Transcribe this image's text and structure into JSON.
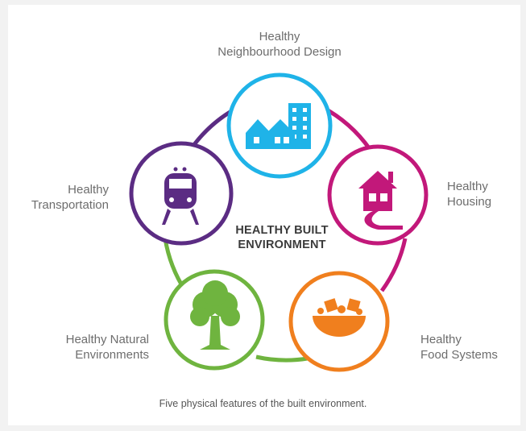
{
  "center": {
    "line1": "HEALTHY BUILT",
    "line2": "ENVIRONMENT"
  },
  "nodes": [
    {
      "line1": "Healthy",
      "line2": "Neighbourhood Design",
      "color": "#1fb3e8",
      "icon": "buildings-icon"
    },
    {
      "line1": "Healthy",
      "line2": "Housing",
      "color": "#c2187a",
      "icon": "house-icon"
    },
    {
      "line1": "Healthy",
      "line2": "Food Systems",
      "color": "#f07f1e",
      "icon": "food-bowl-icon"
    },
    {
      "line1": "Healthy Natural",
      "line2": "Environments",
      "color": "#6fb43f",
      "icon": "tree-icon"
    },
    {
      "line1": "Healthy",
      "line2": "Transportation",
      "color": "#5b2c83",
      "icon": "train-icon"
    }
  ],
  "caption": "Five physical features of the built environment."
}
